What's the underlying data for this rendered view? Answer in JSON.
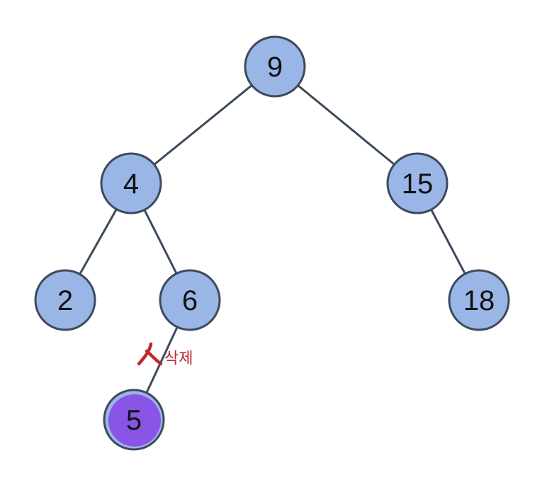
{
  "diagram": {
    "nodes": [
      {
        "id": "n9",
        "label": "9"
      },
      {
        "id": "n4",
        "label": "4"
      },
      {
        "id": "n15",
        "label": "15"
      },
      {
        "id": "n2",
        "label": "2"
      },
      {
        "id": "n6",
        "label": "6"
      },
      {
        "id": "n18",
        "label": "18"
      },
      {
        "id": "n5",
        "label": "5",
        "removed": true
      }
    ],
    "edges": [
      {
        "from": "n9",
        "to": "n4"
      },
      {
        "from": "n9",
        "to": "n15"
      },
      {
        "from": "n4",
        "to": "n2"
      },
      {
        "from": "n4",
        "to": "n6"
      },
      {
        "from": "n15",
        "to": "n18"
      },
      {
        "from": "n6",
        "to": "n5",
        "cut": true
      }
    ],
    "delete_annotation": {
      "label": "삭제"
    },
    "colors": {
      "node_fill": "#9ab6e6",
      "node_stroke": "#3d4a5c",
      "edge": "#3d4a5c",
      "removed_node_fill": "#8a55e6",
      "annotation": "#c0282a"
    }
  }
}
